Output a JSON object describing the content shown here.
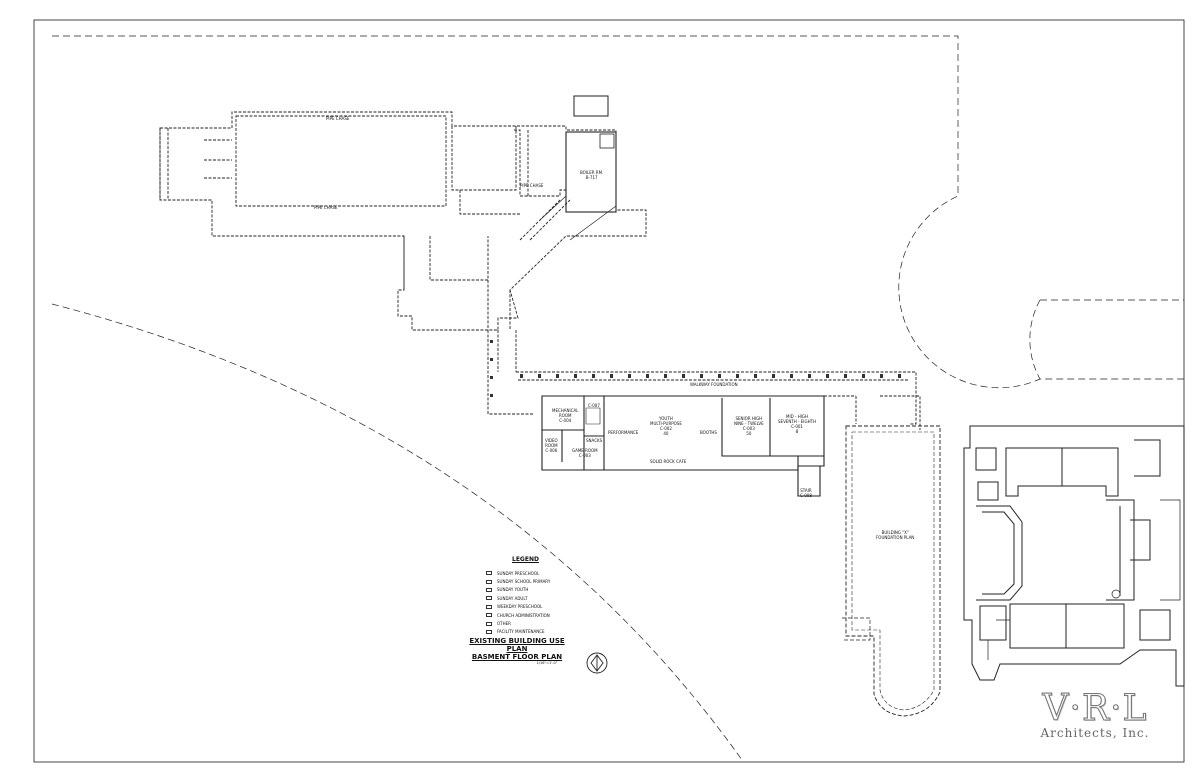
{
  "labels": {
    "pipe_chase_top": "PIPE CHASE",
    "pipe_chase_mid": "PIPE CHASE",
    "pipe_chase_low": "PIPE CHASE",
    "boiler_rm": "BOILER RM.\nB-717",
    "walkway": "WALKWAY FOUNDATION",
    "mechanical": "MECHANICAL\nROOM\nC-004",
    "video_room": "VIDEO\nROOM\nC-006",
    "game_room": "GAME ROOM\nC-003",
    "snacks": "SNACKS",
    "performance": "PERFORMANCE",
    "youth": "YOUTH\nMULTI-PURPOSE\nC-002\n40",
    "booths": "BOOTHS",
    "senior_high": "SENIOR HIGH\nNINE - TWELVE\nC-003\n50",
    "mid_high": "MID - HIGH\nSEVENTH - EIGHTH\nC-001\n8",
    "solid_rock": "SOLID ROCK CAFE",
    "stair": "STAIR\nC-008",
    "closet": "C-007",
    "building_x": "BUILDING \"X\"\nFOUNDATION PLAN"
  },
  "legend": {
    "title": "LEGEND",
    "items": [
      "SUNDAY PRESCHOOL",
      "SUNDAY SCHOOL PRIMARY",
      "SUNDAY YOUTH",
      "SUNDAY ADULT",
      "WEEKDAY PRESCHOOL",
      "CHURCH ADMINISTRATION",
      "OTHER",
      "FACILITY MAINTENANCE"
    ]
  },
  "title_block": {
    "line1": "EXISTING BUILDING USE PLAN",
    "line2": "BASMENT FLOOR PLAN",
    "scale": "1/16\"=1'-0\""
  },
  "logo": {
    "mark": "V·R·L",
    "sub": "Architects, Inc."
  }
}
